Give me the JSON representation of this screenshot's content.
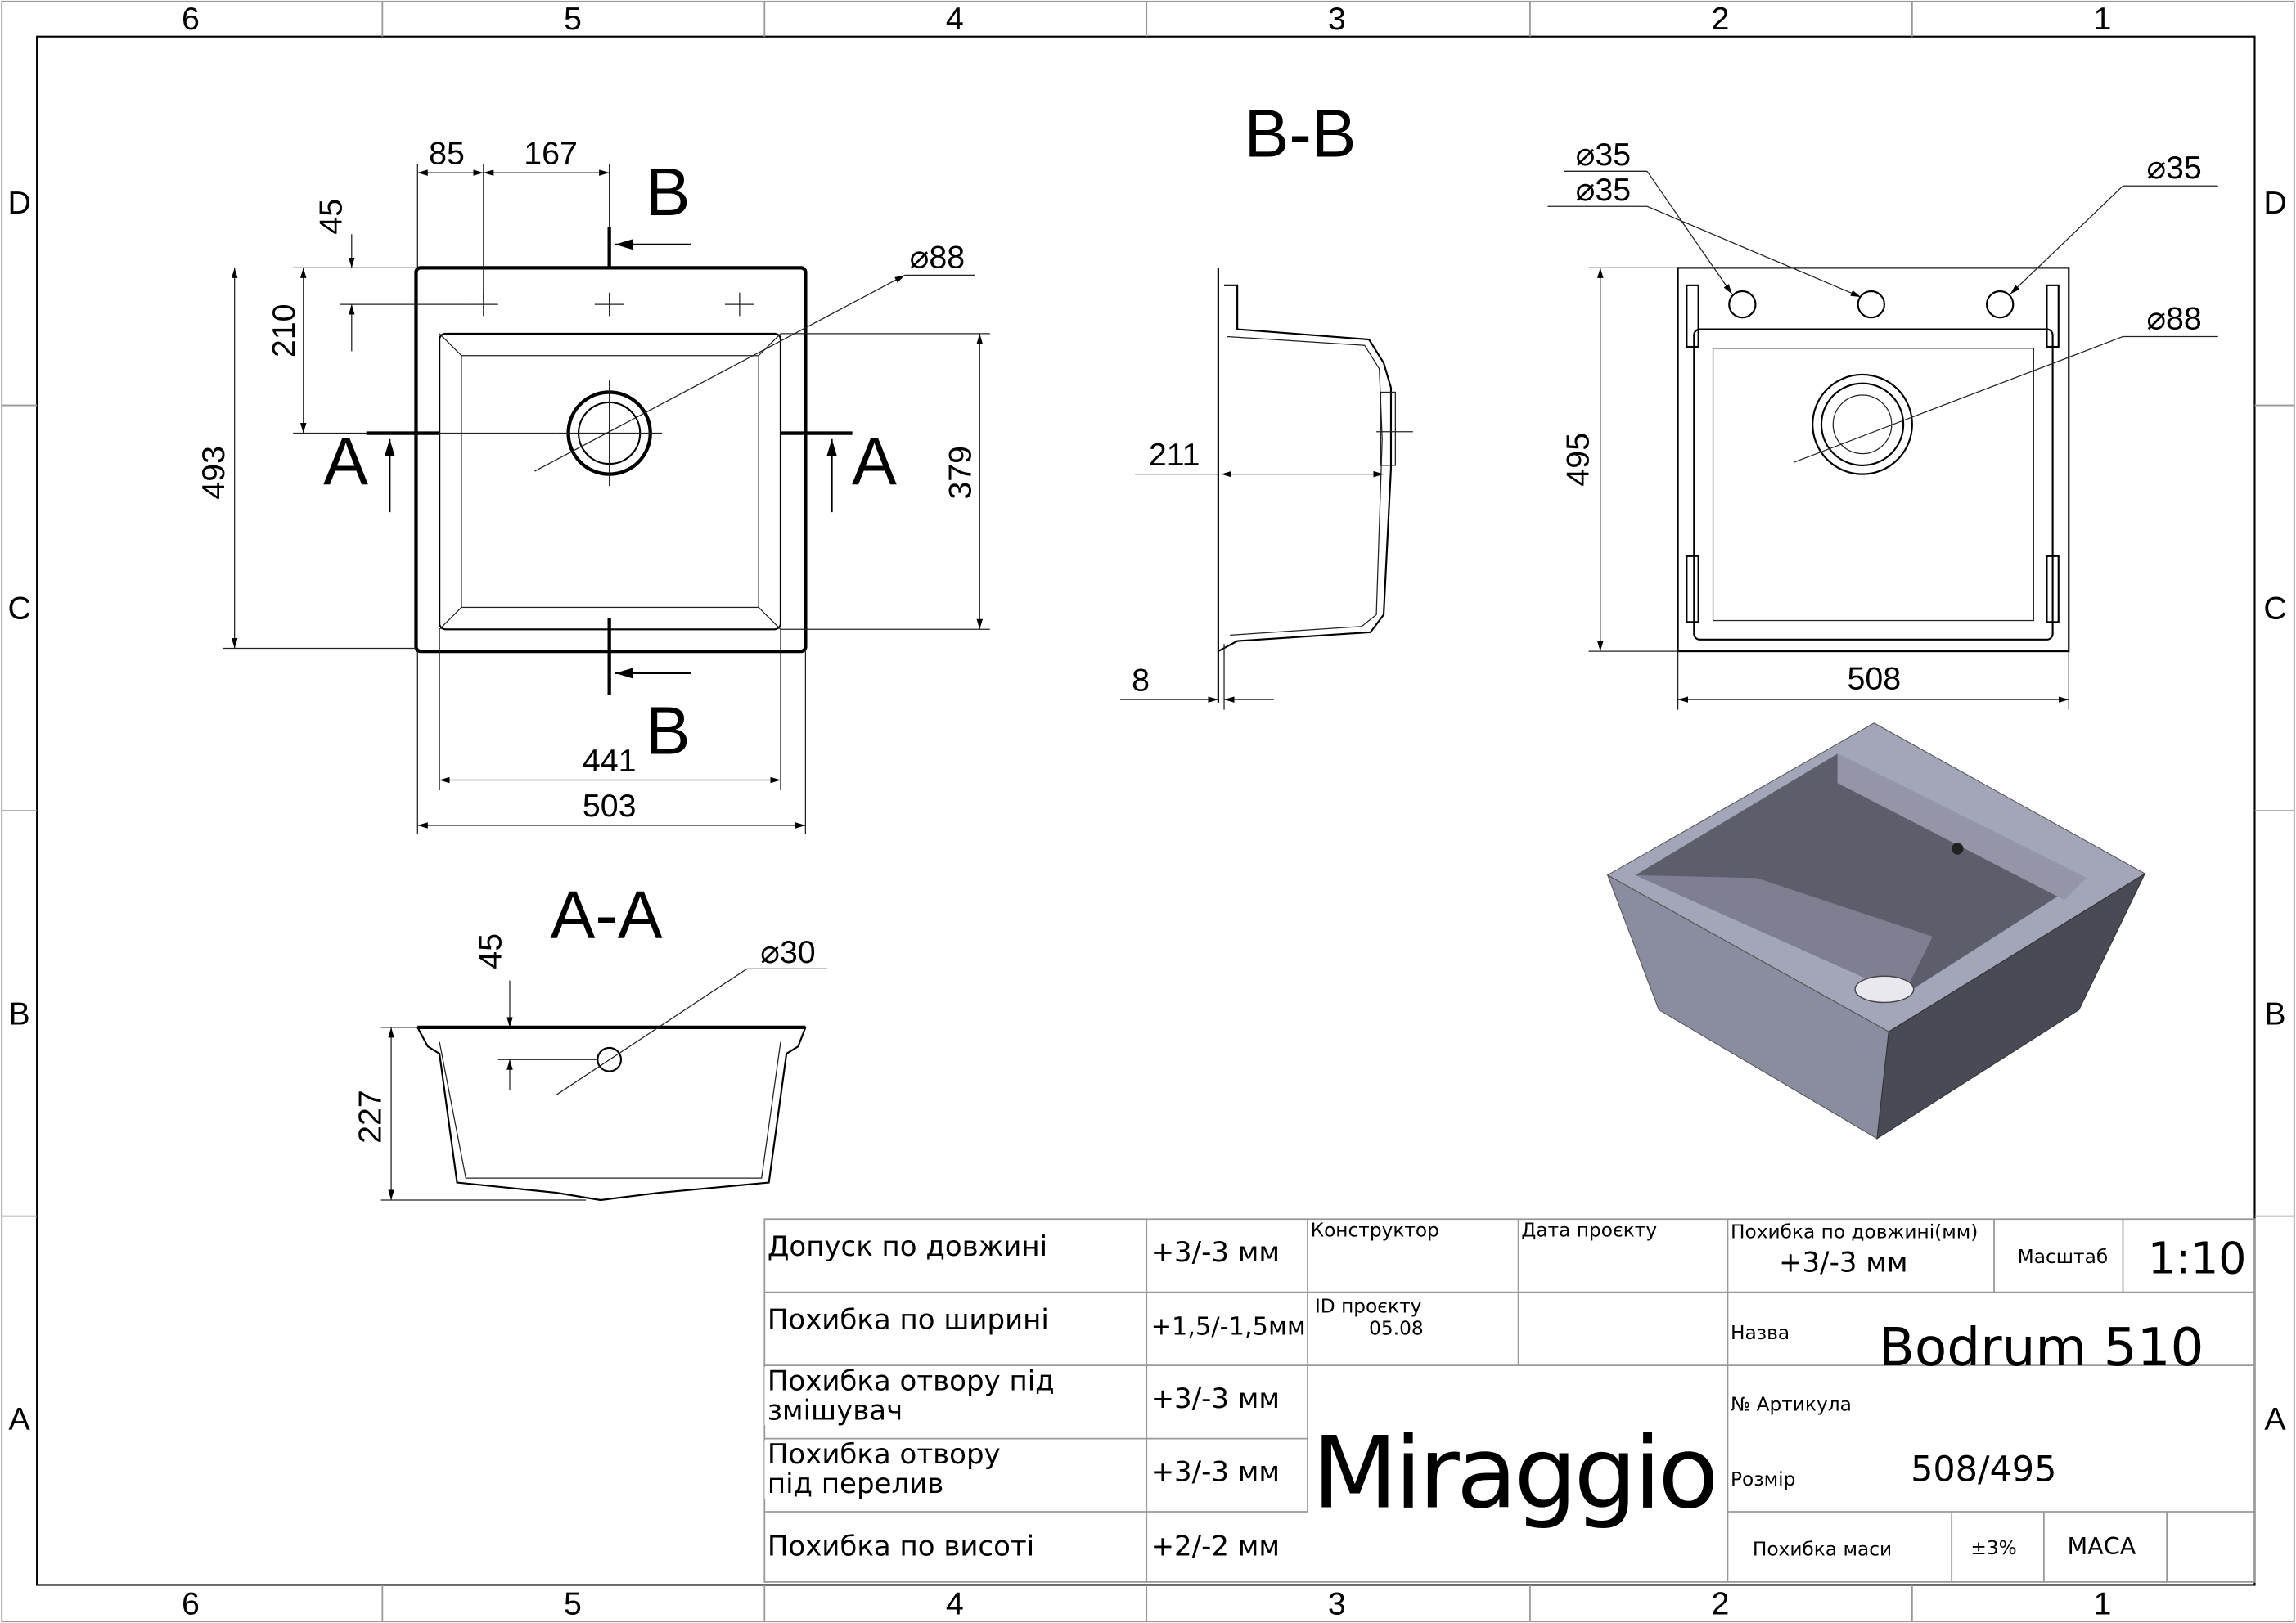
{
  "zones": {
    "columns": [
      "6",
      "5",
      "4",
      "3",
      "2",
      "1"
    ],
    "rows": [
      "D",
      "C",
      "B",
      "A"
    ]
  },
  "top_view": {
    "dims": {
      "d85": "85",
      "d167": "167",
      "d45": "45",
      "d210": "210",
      "d493": "493",
      "d379": "379",
      "d441": "441",
      "d503": "503",
      "dia88": "88"
    },
    "section_a_left": "A",
    "section_a_right": "A",
    "section_b_top": "B",
    "section_b_bottom": "B"
  },
  "section_bb": {
    "title": "B-B",
    "d211": "211",
    "d8": "8"
  },
  "right_view": {
    "dia35_a": "35",
    "dia35_b": "35",
    "dia35_c": "35",
    "dia88": "88",
    "d495": "495",
    "d508": "508"
  },
  "section_aa": {
    "title": "A-A",
    "d45": "45",
    "d227": "227",
    "dia30": "30"
  },
  "title_block": {
    "tolerances": [
      {
        "label": "Допуск по довжині",
        "value": "+3/-3 мм"
      },
      {
        "label": "Похибка по ширині",
        "value": "+1,5/-1,5мм"
      },
      {
        "label": "Похибка отвору під змішувач",
        "value": "+3/-3 мм"
      },
      {
        "label": "Похибка отвору під перелив",
        "value": "+3/-3 мм"
      },
      {
        "label": "Похибка по висоті",
        "value": "+2/-2 мм"
      }
    ],
    "designer_label": "Конструктор",
    "date_label": "Дата проєкту",
    "project_id_label": "ID проєкту",
    "project_id": "05.08",
    "brand": "Miraggio",
    "length_tol_label": "Похибка по довжині(мм)",
    "length_tol_value": "+3/-3 мм",
    "scale_label": "Масштаб",
    "scale_value": "1:10",
    "name_label": "Назва",
    "name_value": "Bodrum 510",
    "article_label": "№ Артикула",
    "size_label": "Розмір",
    "size_value": "508/495",
    "mass_tol_label": "Похибка маси",
    "mass_tol_value": "±3%",
    "mass_label": "МАСА"
  },
  "colors": {
    "render_body": "#8a8ca0",
    "render_inner": "#5c5e6c",
    "render_top": "#a3a5b8"
  }
}
